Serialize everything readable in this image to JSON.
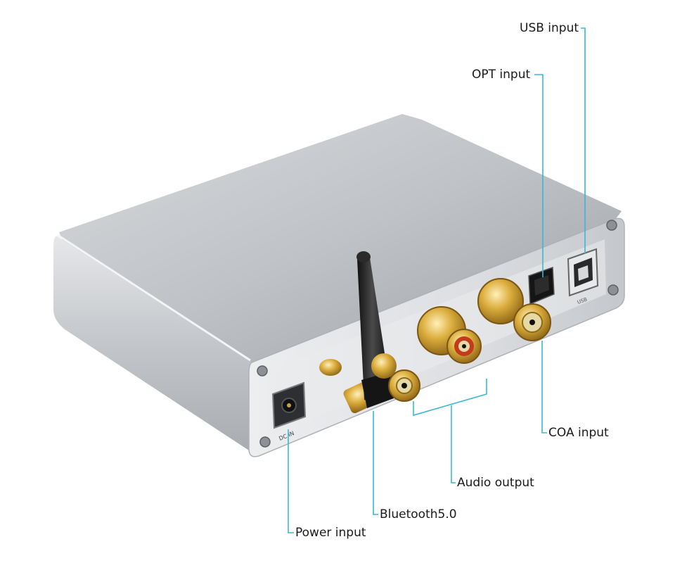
{
  "callouts": {
    "usb": "USB input",
    "opt": "OPT input",
    "coa": "COA input",
    "audio": "Audio output",
    "bluetooth": "Bluetooth5.0",
    "power": "Power input"
  },
  "panel_labels": {
    "dc": "DC IN",
    "usb": "USB"
  },
  "colors": {
    "leader_line": "#39b8d4",
    "chassis": "#c9cbce",
    "gold": "#d8a93a",
    "antenna": "#1e1e1e"
  }
}
